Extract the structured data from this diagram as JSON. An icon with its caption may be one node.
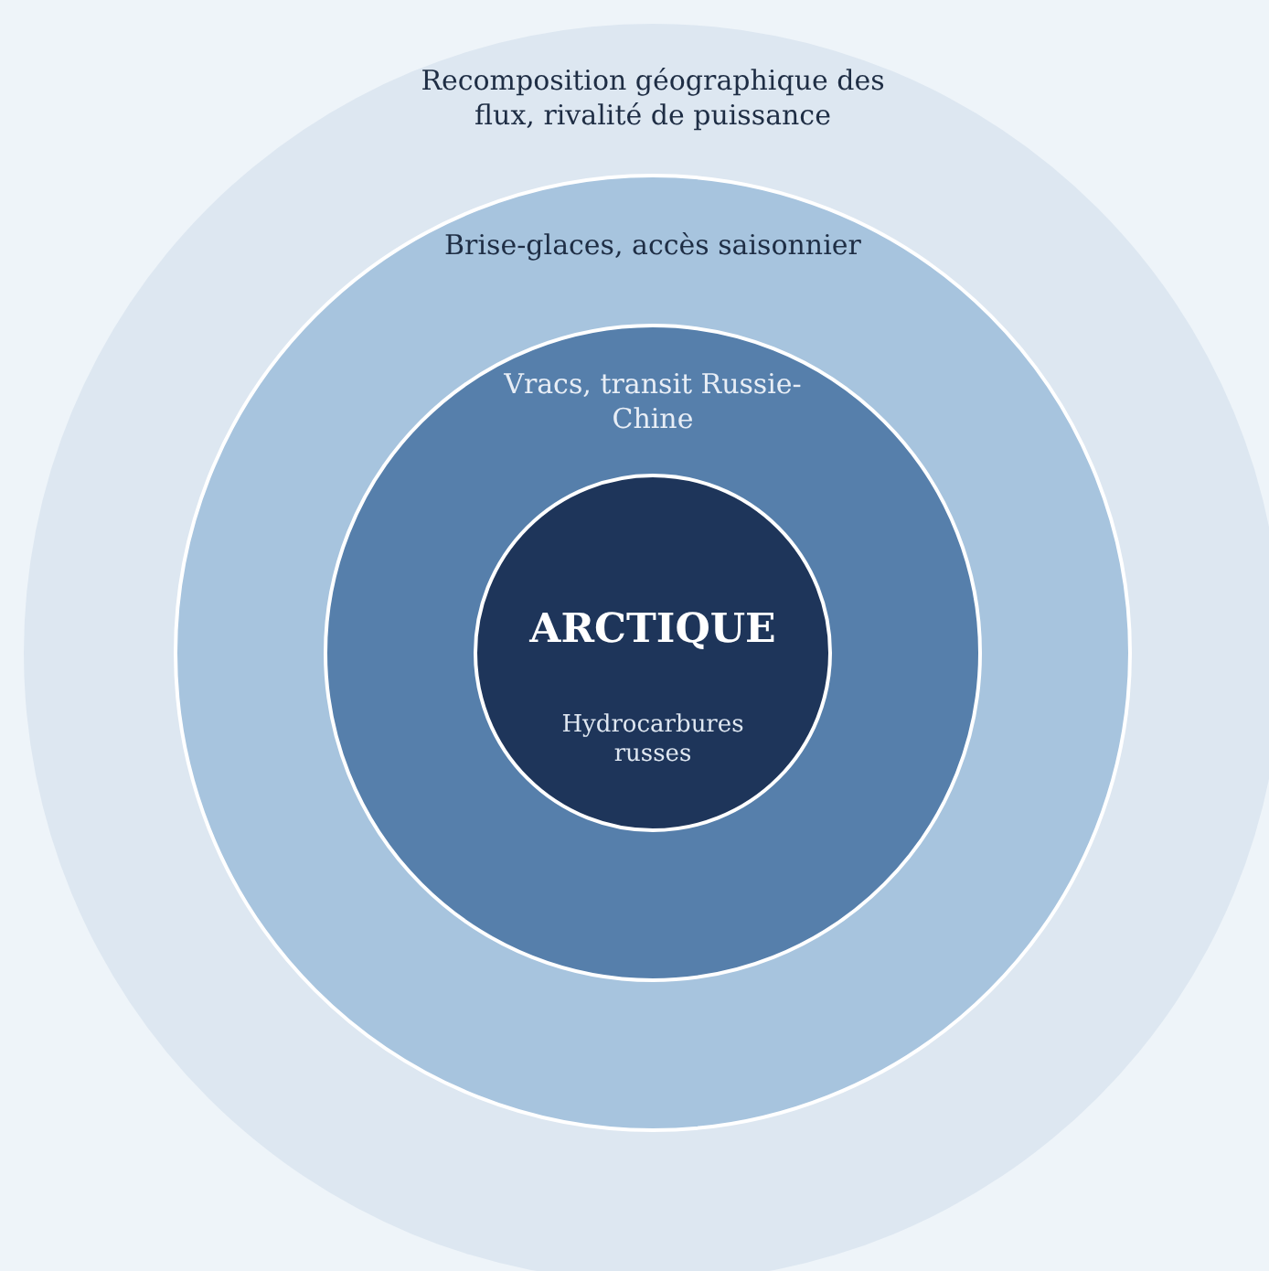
{
  "diagram": {
    "nodes": [
      {
        "text": [
          "Recomposition géographique des flux, rivalité de puissance"
        ]
      },
      {
        "text": [
          "Brise-glaces, accès saisonnier"
        ],
        "in": 0
      },
      {
        "text": [
          "Vracs, transit Russie-Chine"
        ],
        "in": 1
      },
      {
        "text": [
          "ARCTIQUE",
          "Hydrocarbures russes"
        ],
        "in": 2
      }
    ]
  }
}
